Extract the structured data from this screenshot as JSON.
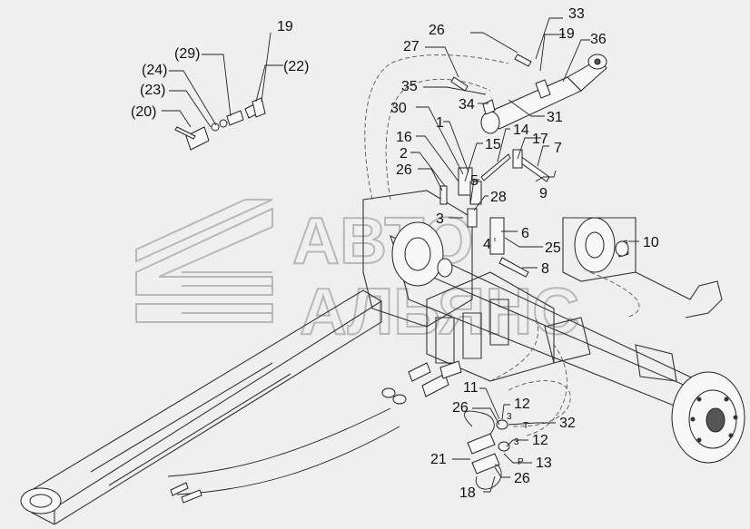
{
  "watermark": {
    "line1": "АВТО",
    "line2": "АЛЬЯНС",
    "logo": "chevron-logo-icon"
  },
  "callouts": {
    "c19a": "19",
    "c29": "(29)",
    "c22": "(22)",
    "c24": "(24)",
    "c23": "(23)",
    "c20": "(20)",
    "c26a": "26",
    "c33": "33",
    "c27": "27",
    "c19b": "19",
    "c36": "36",
    "c35": "35",
    "c34": "34",
    "c30": "30",
    "c31": "31",
    "c1": "1",
    "c14": "14",
    "c16": "16",
    "c15": "15",
    "c17": "17",
    "c7": "7",
    "c2": "2",
    "c26b": "26",
    "c5": "5",
    "c9": "9",
    "c28": "28",
    "c3": "3",
    "c6": "6",
    "c4": "4",
    "c25": "25",
    "c10": "10",
    "c8": "8",
    "c11": "11",
    "c12a": "12",
    "c26c": "26",
    "c32": "32",
    "c12b": "12",
    "c21": "21",
    "c13": "13",
    "c26d": "26",
    "c18": "18",
    "s3a": "3",
    "sT": "T",
    "s3b": "3",
    "sP": "P"
  }
}
